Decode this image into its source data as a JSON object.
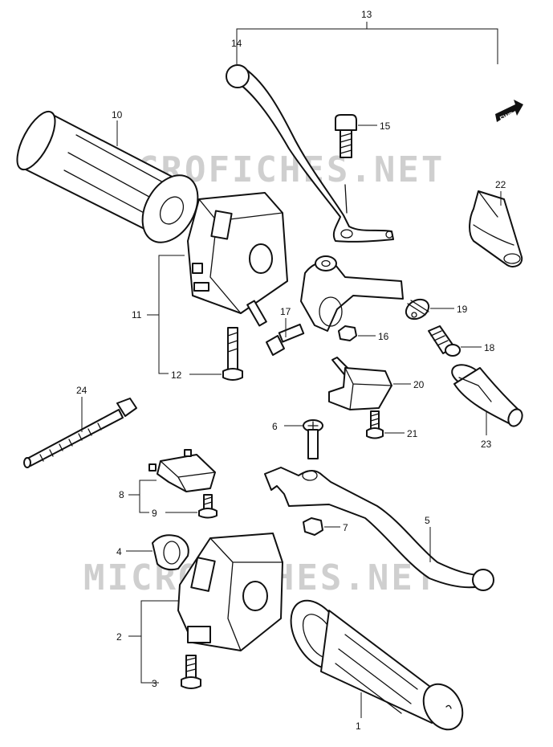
{
  "diagram": {
    "watermark": "MICROFICHES.NET",
    "fwd_label": "FWD",
    "callouts": {
      "c1": "1",
      "c2": "2",
      "c3": "3",
      "c4": "4",
      "c5": "5",
      "c6": "6",
      "c7": "7",
      "c8": "8",
      "c9": "9",
      "c10": "10",
      "c11": "11",
      "c12": "12",
      "c13": "13",
      "c14": "14",
      "c15": "15",
      "c16": "16",
      "c17": "17",
      "c18": "18",
      "c19": "19",
      "c20": "20",
      "c21": "21",
      "c22": "22",
      "c23": "23",
      "c24": "24"
    }
  }
}
